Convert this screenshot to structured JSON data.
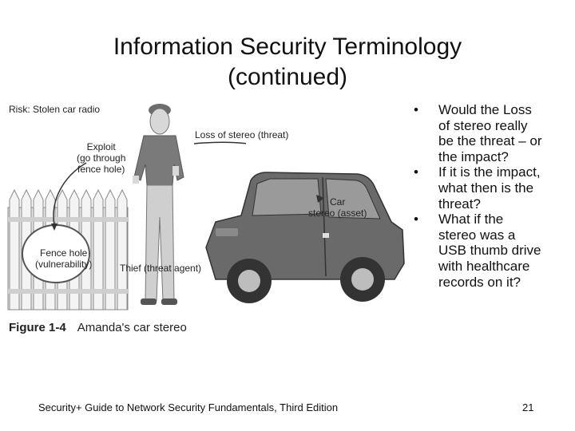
{
  "slide": {
    "title_line1": "Information Security Terminology",
    "title_line2": "(continued)"
  },
  "figure": {
    "risk_label": "Risk: Stolen car radio",
    "exploit_label": [
      "Exploit",
      "(go through",
      "fence hole)"
    ],
    "threat_label": "Loss of stereo (threat)",
    "asset_label": [
      "Car",
      "stereo (asset)"
    ],
    "vulnerability_label": [
      "Fence hole",
      "(vulnerability)"
    ],
    "threat_agent_label": "Thief (threat agent)",
    "caption_number": "Figure 1-4",
    "caption_text": "Amanda's car stereo"
  },
  "bullets": [
    "Would the Loss of stereo really be the threat – or the impact?",
    "If it is the impact, what then is the threat?",
    "What if the stereo was a USB thumb drive with healthcare records on it?"
  ],
  "footer": {
    "text": "Security+ Guide to Network Security Fundamentals, Third Edition",
    "page_number": "21"
  }
}
